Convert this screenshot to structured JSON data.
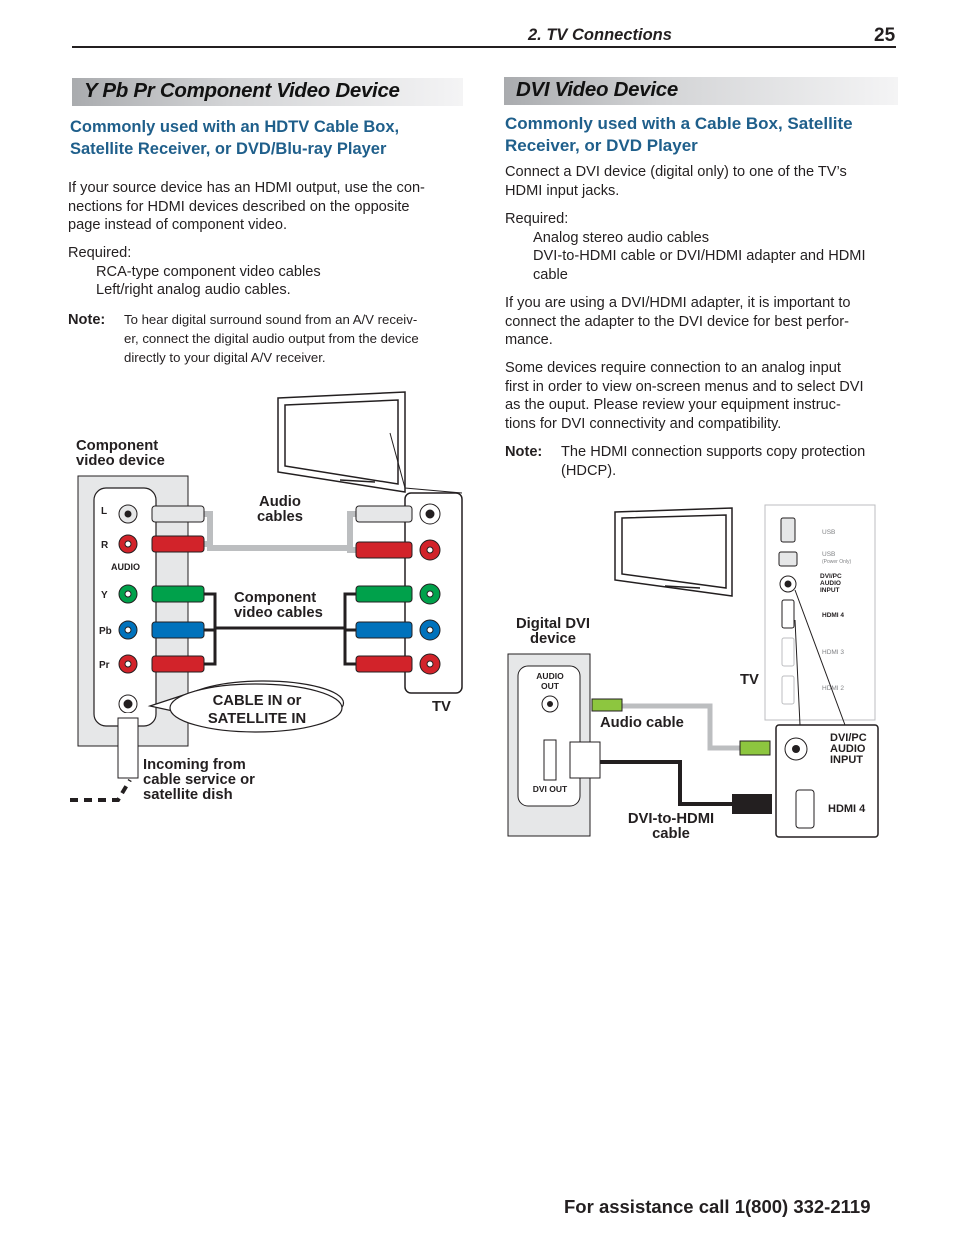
{
  "header": {
    "section": "2. TV Connections",
    "page_number": "25"
  },
  "left": {
    "band_title": "Y Pb Pr Component Video Device",
    "subtitle": [
      "Commonly used with an HDTV Cable Box,",
      "Satellite Receiver, or DVD/Blu-ray Player"
    ],
    "para1": [
      "If your source device has an HDMI output, use the con-",
      "nections for HDMI devices described on the opposite",
      "page instead of component video."
    ],
    "required_label": "Required:",
    "required_items": [
      "RCA-type component video cables",
      "Left/right analog audio cables."
    ],
    "note_label": "Note:",
    "note_lines": [
      "To hear digital surround sound from an A/V receiv-",
      "er, connect the digital audio output from the device",
      "directly to your digital A/V receiver."
    ],
    "diagram": {
      "device_label": [
        "Component",
        "video device"
      ],
      "jack_labels": [
        "L",
        "R",
        "AUDIO",
        "Y",
        "Pb",
        "Pr"
      ],
      "audio_cables": [
        "Audio",
        "cables"
      ],
      "component_cables": [
        "Component",
        "video cables"
      ],
      "callout": [
        "CABLE IN or",
        "SATELLITE IN"
      ],
      "tv_label": "TV",
      "incoming": [
        "Incoming from",
        "cable service or",
        "satellite dish"
      ]
    }
  },
  "right": {
    "band_title": "DVI Video Device",
    "subtitle": [
      "Commonly used with a Cable Box, Satellite",
      "Receiver, or DVD Player"
    ],
    "para1": [
      "Connect a DVI device (digital only) to one of the TV’s",
      "HDMI input jacks."
    ],
    "required_label": "Required:",
    "required_items": [
      "Analog stereo audio cables",
      "DVI-to-HDMI cable or DVI/HDMI adapter and HDMI",
      "cable"
    ],
    "para2": [
      "If you are using a DVI/HDMI adapter, it is important to",
      "connect the adapter to the DVI device for best perfor-",
      "mance."
    ],
    "para3": [
      "Some devices require connection to an analog input",
      "first in order to view on-screen menus and to select DVI",
      "as the ouput.  Please review your equipment instruc-",
      "tions for DVI connectivity and compatibility."
    ],
    "note_label": "Note:",
    "note_lines": [
      "The HDMI connection supports copy protection",
      "(HDCP)."
    ],
    "diagram": {
      "device_label": [
        "Digital DVI",
        "device"
      ],
      "audio_out": [
        "AUDIO",
        "OUT"
      ],
      "dvi_out": "DVI OUT",
      "audio_cable": "Audio cable",
      "dvi_cable": [
        "DVI-to-HDMI",
        "cable"
      ],
      "tv_label": "TV",
      "panel_labels": [
        "USB",
        "USB",
        "(Power Only)",
        "DVI/PC",
        "AUDIO",
        "INPUT",
        "HDMI 4",
        "HDMI 3",
        "HDMI 2"
      ],
      "zoom_labels": [
        "DVI/PC",
        "AUDIO",
        "INPUT",
        "HDMI 4"
      ]
    }
  },
  "footer": "For assistance call 1(800) 332-2119",
  "colors": {
    "heading_blue": "#1f5f8b",
    "rca_red": "#d2232a",
    "rca_green": "#00a14b",
    "rca_blue": "#0072bc",
    "rca_white": "#e6e7e8"
  }
}
